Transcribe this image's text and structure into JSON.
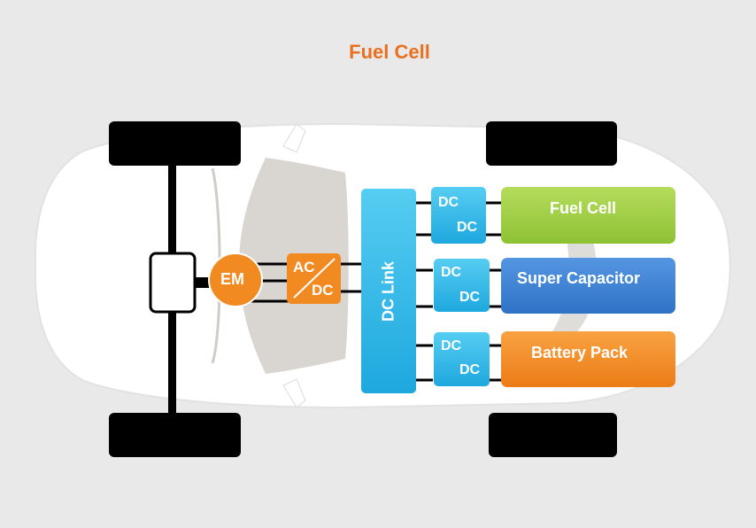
{
  "title": "Fuel Cell",
  "em": "EM",
  "converter_ac_dc": {
    "top": "AC",
    "bottom": "DC"
  },
  "dc_link": "DC Link",
  "dcdc": [
    {
      "top": "DC",
      "bottom": "DC"
    },
    {
      "top": "DC",
      "bottom": "DC"
    },
    {
      "top": "DC",
      "bottom": "DC"
    }
  ],
  "sources": [
    {
      "label": "Fuel Cell",
      "color": "#9ccc3c"
    },
    {
      "label": "Super Capacitor",
      "color": "#3a7fd0"
    },
    {
      "label": "Battery Pack",
      "color": "#f28a22"
    }
  ],
  "colors": {
    "title": "#e8701f",
    "em": "#f28a22",
    "dc_link": "#29b9e8",
    "dcdc": "#29b9e8",
    "wheel": "#000000"
  }
}
